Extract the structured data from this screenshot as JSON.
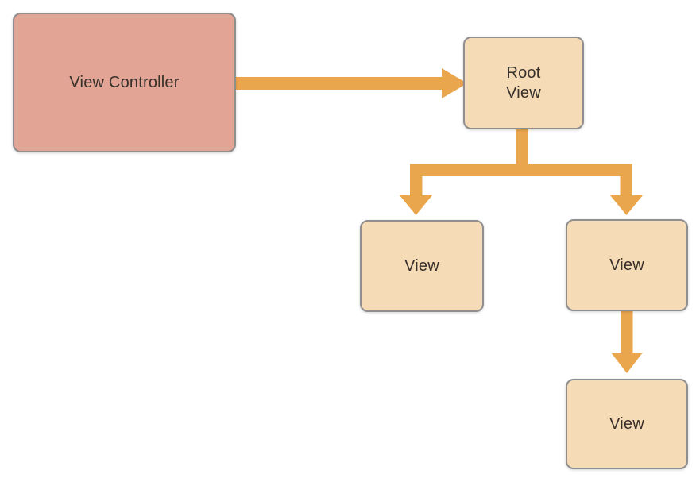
{
  "diagram": {
    "kind": "view-hierarchy",
    "description": "A view controller points to its root view, which contains two subviews; one subview contains a further subview.",
    "nodes": {
      "view_controller": {
        "label": "View Controller",
        "role": "controller"
      },
      "root_view": {
        "label": "Root\nView",
        "role": "view"
      },
      "left_view": {
        "label": "View",
        "role": "view"
      },
      "right_view": {
        "label": "View",
        "role": "view"
      },
      "bottom_view": {
        "label": "View",
        "role": "view"
      }
    },
    "edges": [
      {
        "from": "view_controller",
        "to": "root_view"
      },
      {
        "from": "root_view",
        "to": "left_view"
      },
      {
        "from": "root_view",
        "to": "right_view"
      },
      {
        "from": "right_view",
        "to": "bottom_view"
      }
    ],
    "colors": {
      "controller_fill": "#e2a494",
      "view_fill": "#f6dbb7",
      "node_border": "#8f8f8f",
      "arrow": "#eaa64c",
      "text": "#38302a",
      "background": "#ffffff"
    }
  }
}
